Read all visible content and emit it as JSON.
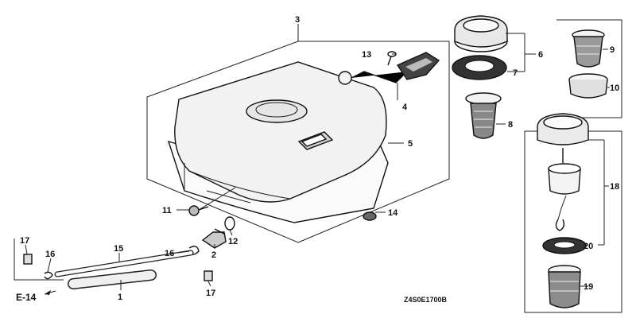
{
  "callouts": {
    "p1": "1",
    "p2": "2",
    "p3": "3",
    "p4": "4",
    "p5": "5",
    "p6": "6",
    "p7": "7",
    "p8": "8",
    "p9": "9",
    "p10": "10",
    "p11": "11",
    "p12": "12",
    "p13": "13",
    "p14": "14",
    "p15": "15",
    "p16a": "16",
    "p16b": "16",
    "p17a": "17",
    "p17b": "17",
    "p18": "18",
    "p19": "19",
    "p20": "20"
  },
  "reference": "E-14",
  "diagram_code": "Z4S0E1700B"
}
